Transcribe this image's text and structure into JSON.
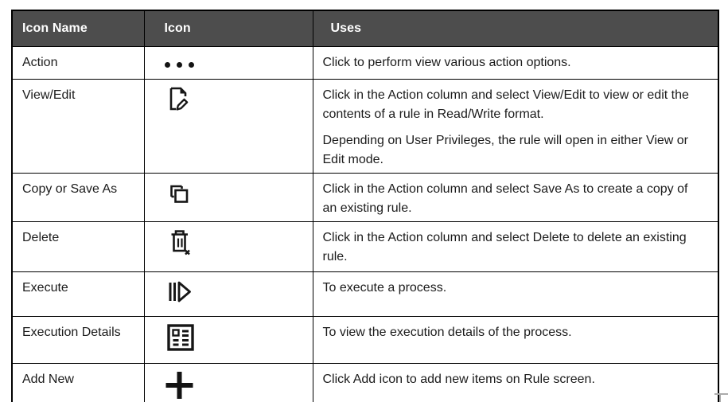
{
  "table": {
    "header_bg": "#4d4d4d",
    "header_text_color": "#ffffff",
    "grid_color": "#000000",
    "columns": {
      "icon_name": "Icon Name",
      "icon": "Icon",
      "uses": "Uses"
    },
    "rows": [
      {
        "icon_name": "Action",
        "icon": "ellipsis-icon",
        "uses": [
          "Click to perform view various action options."
        ]
      },
      {
        "icon_name": "View/Edit",
        "icon": "view-edit-icon",
        "uses": [
          "Click in the Action column and select View/Edit to view or edit the contents of a rule in Read/Write format.",
          "Depending on User Privileges, the rule will open in either View or Edit mode."
        ]
      },
      {
        "icon_name": "Copy or Save As",
        "icon": "copy-icon",
        "uses": [
          "Click in the Action column and select Save As to create a copy of an existing rule."
        ]
      },
      {
        "icon_name": "Delete",
        "icon": "delete-icon",
        "uses": [
          "Click in the Action column and select Delete to delete an existing rule."
        ]
      },
      {
        "icon_name": "Execute",
        "icon": "execute-icon",
        "uses": [
          "To execute a process."
        ]
      },
      {
        "icon_name": "Execution Details",
        "icon": "execution-details-icon",
        "uses": [
          "To view the execution details of the process."
        ]
      },
      {
        "icon_name": "Add New",
        "icon": "add-icon",
        "uses": [
          "Click Add icon to add new items on Rule screen."
        ]
      }
    ]
  }
}
